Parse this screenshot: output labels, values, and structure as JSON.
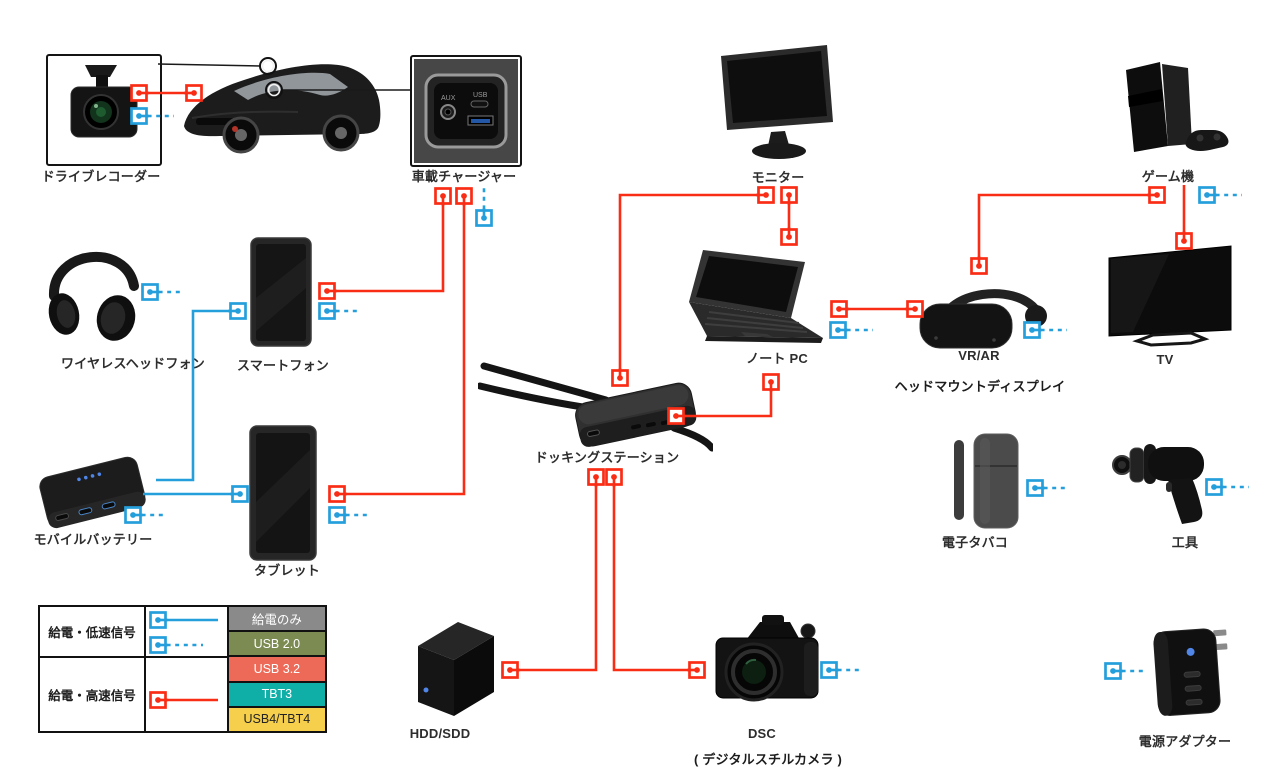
{
  "devices": {
    "drive_recorder": {
      "label": "ドライブレコーダー"
    },
    "car_charger": {
      "label": "車載チャージャー",
      "port_labels": {
        "aux": "AUX",
        "usb": "USB"
      }
    },
    "monitor": {
      "label": "モニター"
    },
    "game_console": {
      "label": "ゲーム機"
    },
    "wireless_headphones": {
      "label": "ワイヤレスヘッドフォン"
    },
    "smartphone": {
      "label": "スマートフォン"
    },
    "laptop": {
      "label": "ノート PC"
    },
    "vr": {
      "label": "VR/AR",
      "sublabel": "ヘッドマウントディスプレイ"
    },
    "tv": {
      "label": "TV"
    },
    "mobile_battery": {
      "label": "モバイルバッテリー"
    },
    "tablet": {
      "label": "タブレット"
    },
    "docking_station": {
      "label": "ドッキングステーション"
    },
    "e_cigarette": {
      "label": "電子タバコ"
    },
    "tool": {
      "label": "工具"
    },
    "hdd": {
      "label": "HDD/SDD"
    },
    "dsc": {
      "label": "DSC",
      "sublabel": "( デジタルスチルカメラ )"
    },
    "power_adapter": {
      "label": "電源アダプター"
    }
  },
  "legend": {
    "rows": [
      {
        "label": "給電・低速信号",
        "connector_color": "#259fdb",
        "line_styles": [
          "solid",
          "dashed"
        ]
      },
      {
        "label": "給電・高速信号",
        "connector_color": "#f92d15",
        "line_styles": [
          "solid"
        ]
      }
    ],
    "categories": [
      {
        "label": "給電のみ",
        "bg": "#8a8a8a",
        "fg": "#ffffff",
        "signal": "low"
      },
      {
        "label": "USB 2.0",
        "bg": "#7b8b51",
        "fg": "#ffffff",
        "signal": "low"
      },
      {
        "label": "USB 3.2",
        "bg": "#ec6a57",
        "fg": "#ffffff",
        "signal": "high"
      },
      {
        "label": "TBT3",
        "bg": "#0fafa8",
        "fg": "#ffffff",
        "signal": "high"
      },
      {
        "label": "USB4/TBT4",
        "bg": "#f6cf4d",
        "fg": "#222222",
        "signal": "high"
      }
    ]
  },
  "colors": {
    "high_speed": "#f92d15",
    "low_speed": "#259fdb",
    "leader_line": "#1a1a1a"
  },
  "connections": [
    {
      "from": "drive_recorder",
      "to": "car",
      "type": "high_speed",
      "style": "solid"
    },
    {
      "from": "smartphone",
      "to": "car_charger",
      "type": "high_speed",
      "style": "solid"
    },
    {
      "from": "tablet",
      "to": "car_charger",
      "type": "high_speed",
      "style": "solid"
    },
    {
      "from": "docking_station",
      "to": "monitor",
      "type": "high_speed",
      "style": "solid"
    },
    {
      "from": "monitor",
      "to": "laptop",
      "type": "high_speed",
      "style": "solid"
    },
    {
      "from": "laptop",
      "to": "vr",
      "type": "high_speed",
      "style": "solid"
    },
    {
      "from": "game_console",
      "to": "vr",
      "type": "high_speed",
      "style": "solid"
    },
    {
      "from": "game_console",
      "to": "tv",
      "type": "high_speed",
      "style": "solid"
    },
    {
      "from": "laptop",
      "to": "docking_station",
      "type": "high_speed",
      "style": "solid"
    },
    {
      "from": "docking_station",
      "to": "hdd",
      "type": "high_speed",
      "style": "solid"
    },
    {
      "from": "docking_station",
      "to": "dsc",
      "type": "high_speed",
      "style": "solid"
    },
    {
      "from": "smartphone",
      "to": "mobile_battery",
      "type": "low_speed",
      "style": "solid"
    },
    {
      "from": "mobile_battery",
      "to": "tablet",
      "type": "low_speed",
      "style": "solid"
    }
  ],
  "power_only_ports": [
    "drive_recorder",
    "car_charger",
    "wireless_headphones",
    "smartphone",
    "mobile_battery",
    "tablet",
    "laptop",
    "vr",
    "game_console",
    "e_cigarette",
    "tool",
    "dsc",
    "power_adapter"
  ]
}
